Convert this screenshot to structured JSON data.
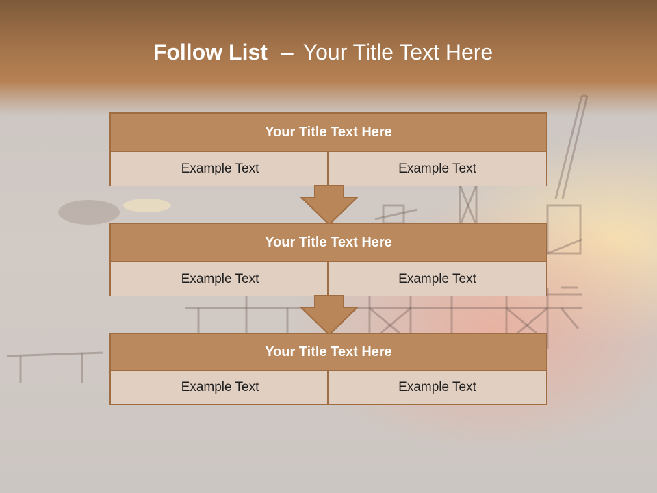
{
  "slide": {
    "title_bold": "Follow List",
    "title_dash": "–",
    "title_rest": "Your Title Text Here"
  },
  "blocks": [
    {
      "title": "Your Title Text Here",
      "left": "Example Text",
      "right": "Example Text"
    },
    {
      "title": "Your Title Text Here",
      "left": "Example Text",
      "right": "Example Text"
    },
    {
      "title": "Your Title Text Here",
      "left": "Example Text",
      "right": "Example Text"
    }
  ],
  "colors": {
    "header": "#b78254",
    "block_head": "#ba895e",
    "block_border": "#a06d43",
    "cell_bg": "#e4d6cb",
    "arrow": "#b98659"
  },
  "icons": [
    "down-arrow-icon",
    "oil-rig-illustration"
  ]
}
